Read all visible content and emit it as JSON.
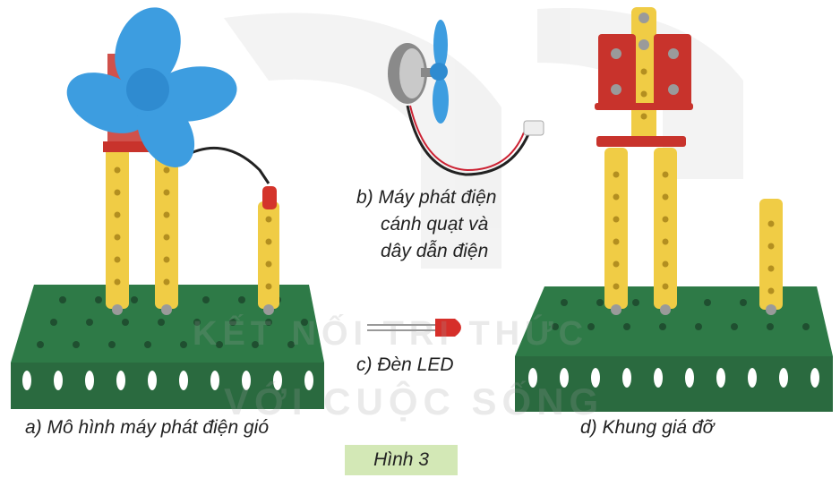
{
  "captions": {
    "a": "a) Mô hình máy phát điện gió",
    "b_line1": "b)  Máy phát điện",
    "b_line2": "cánh quạt và",
    "b_line3": "dây dẫn điện",
    "c": "c) Đèn LED",
    "d": "d) Khung giá đỡ"
  },
  "figure_title": "Hình 3",
  "watermark": {
    "line1": "KẾT NỐI TRI THỨC",
    "line2": "VỚI CUỘC SỐNG"
  },
  "colors": {
    "base_green": "#2f6e43",
    "strut_yellow": "#f1cf46",
    "fan_blue": "#3d9de0",
    "bracket_red": "#d33c35",
    "title_bg": "#d3e8b6"
  }
}
